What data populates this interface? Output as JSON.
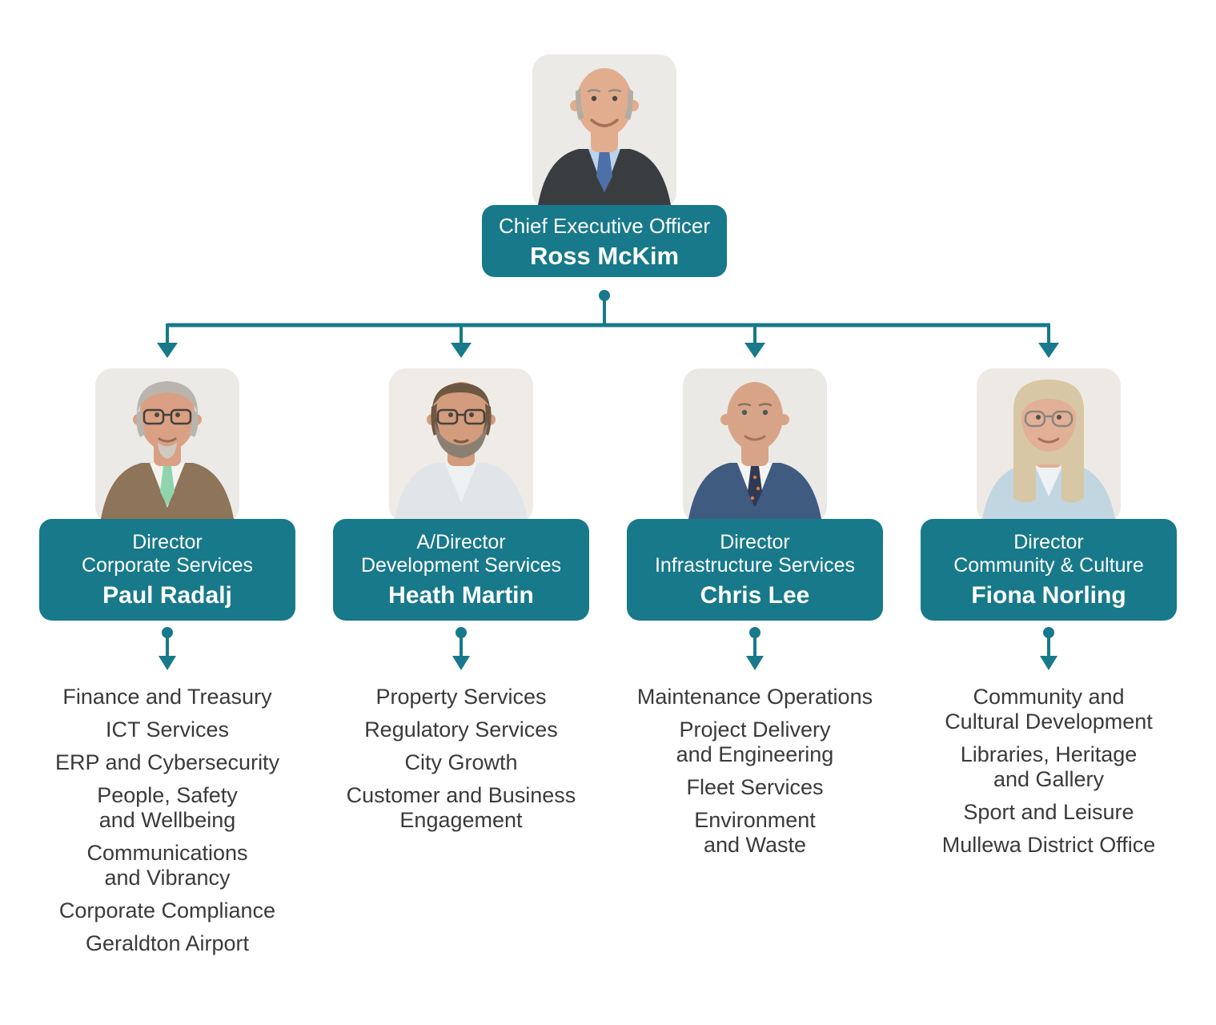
{
  "colors": {
    "accent": "#17798a",
    "text": "#3a3a3a",
    "box_text": "#ffffff"
  },
  "ceo": {
    "title": "Chief Executive Officer",
    "name": "Ross McKim",
    "avatar": {
      "bg": "#ebeae7",
      "skin": "#e2ad8e",
      "hair": "#b3ada2",
      "jacket": "#3a3d40",
      "shirt": "#b9d3ec",
      "tie": "#4f6fa8"
    }
  },
  "directors": [
    {
      "title_line1": "Director",
      "title_line2": "Corporate Services",
      "name": "Paul Radalj",
      "avatar": {
        "bg": "#eceae6",
        "skin": "#d9a083",
        "hair": "#b9b5ae",
        "beard": "#cfc9c0",
        "jacket": "#8e7458",
        "shirt": "#f3f3f0",
        "tie": "#8fd4ae"
      },
      "departments": [
        "Finance and Treasury",
        "ICT Services",
        "ERP and Cybersecurity",
        "People, Safety\nand Wellbeing",
        "Communications\nand Vibrancy",
        "Corporate Compliance",
        "Geraldton Airport"
      ]
    },
    {
      "title_line1": "A/Director",
      "title_line2": "Development Services",
      "name": "Heath Martin",
      "avatar": {
        "bg": "#efece7",
        "skin": "#d29c7d",
        "hair": "#6e5741",
        "beard": "#8a7f72",
        "jacket": "#e2e5e8",
        "shirt": "#eef0f2"
      },
      "departments": [
        "Property Services",
        "Regulatory Services",
        "City Growth",
        "Customer and Business\nEngagement"
      ]
    },
    {
      "title_line1": "Director",
      "title_line2": "Infrastructure Services",
      "name": "Chris Lee",
      "avatar": {
        "bg": "#eae9e6",
        "skin": "#d8a487",
        "jacket": "#3f5b80",
        "shirt": "#f4f4f2",
        "tie": "#2e3a55",
        "tie_dots": "#e07b3a"
      },
      "departments": [
        "Maintenance Operations",
        "Project Delivery\nand Engineering",
        "Fleet Services",
        "Environment\nand Waste"
      ]
    },
    {
      "title_line1": "Director",
      "title_line2": "Community & Culture",
      "name": "Fiona Norling",
      "avatar": {
        "bg": "#edeae6",
        "skin": "#e2b096",
        "hair": "#d8c7a4",
        "jacket": "#c2d6e2",
        "shirt": "#eef2f5"
      },
      "departments": [
        "Community and\nCultural Development",
        "Libraries, Heritage\nand Gallery",
        "Sport and Leisure",
        "Mullewa District Office"
      ]
    }
  ]
}
